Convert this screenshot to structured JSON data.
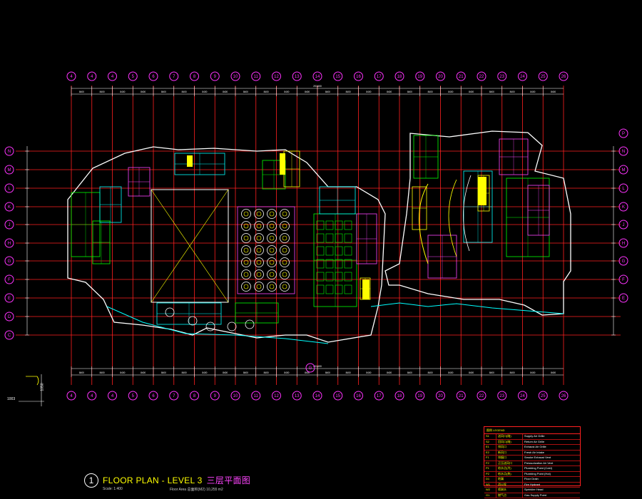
{
  "drawing": {
    "title_number": "1",
    "title": "FLOOR PLAN - LEVEL 3",
    "title_cn": "三层平面图",
    "scale": "Scale: 1:400",
    "floor_area": "Floor Area  总面积(M2)  10,255 m2",
    "left_dim_value": "1003",
    "left_dim_value2": "1050"
  },
  "grid": {
    "column_labels": [
      "4",
      "4",
      "4",
      "5",
      "6",
      "7",
      "8",
      "9",
      "10",
      "11",
      "12",
      "13",
      "14",
      "15",
      "16",
      "17",
      "18",
      "19",
      "20",
      "21",
      "22",
      "23",
      "24",
      "25",
      "26"
    ],
    "row_labels": [
      "N",
      "M",
      "L",
      "K",
      "J",
      "H",
      "G",
      "F",
      "E",
      "D",
      "C"
    ],
    "right_row_labels": [
      "P",
      "N",
      "M",
      "L",
      "K",
      "J",
      "H",
      "G",
      "F",
      "E"
    ],
    "column_spacing_labels": [
      "8400",
      "8400",
      "8400",
      "8400",
      "8400",
      "8400",
      "8400",
      "8400",
      "8400",
      "8400",
      "8400",
      "8400",
      "8400",
      "8400",
      "8400",
      "8400",
      "8400",
      "8400",
      "8400",
      "8400",
      "8400",
      "8400",
      "8400",
      "8400"
    ],
    "overall_dimension": "201600",
    "south_marker": "G"
  },
  "legend": {
    "heading": "图例 LEGEND",
    "rows": [
      {
        "code": "S1",
        "cn": "送风口(暗)",
        "en": "Supply Air Grille"
      },
      {
        "code": "S2",
        "cn": "回风口(暗)",
        "en": "Return Air Grille"
      },
      {
        "code": "E1",
        "cn": "排风口",
        "en": "Exhaust Air Grille"
      },
      {
        "code": "E2",
        "cn": "新风口",
        "en": "Fresh Air Intake"
      },
      {
        "code": "F1",
        "cn": "排烟口",
        "en": "Smoke Exhaust Vent"
      },
      {
        "code": "F2",
        "cn": "正压送风口",
        "en": "Pressurization Air Vent"
      },
      {
        "code": "P1",
        "cn": "给水点(冷)",
        "en": "Plumbing Point (Cold)"
      },
      {
        "code": "P2",
        "cn": "给水点(热)",
        "en": "Plumbing Point (Hot)"
      },
      {
        "code": "D1",
        "cn": "地漏",
        "en": "Floor Drain"
      },
      {
        "code": "W1",
        "cn": "消火栓",
        "en": "Fire Hydrant"
      },
      {
        "code": "W2",
        "cn": "喷淋头",
        "en": "Sprinkler Head"
      },
      {
        "code": "G1",
        "cn": "燃气点",
        "en": "Gas Supply Point"
      }
    ]
  },
  "colors": {
    "background": "#000000",
    "grid_line": "#ff2020",
    "grid_bubble": "#ff33ff",
    "wall": "#ffffff",
    "accent_yellow": "#ffff00",
    "accent_cyan": "#00ffff",
    "accent_green": "#00ff00",
    "accent_magenta": "#ff44ff"
  }
}
